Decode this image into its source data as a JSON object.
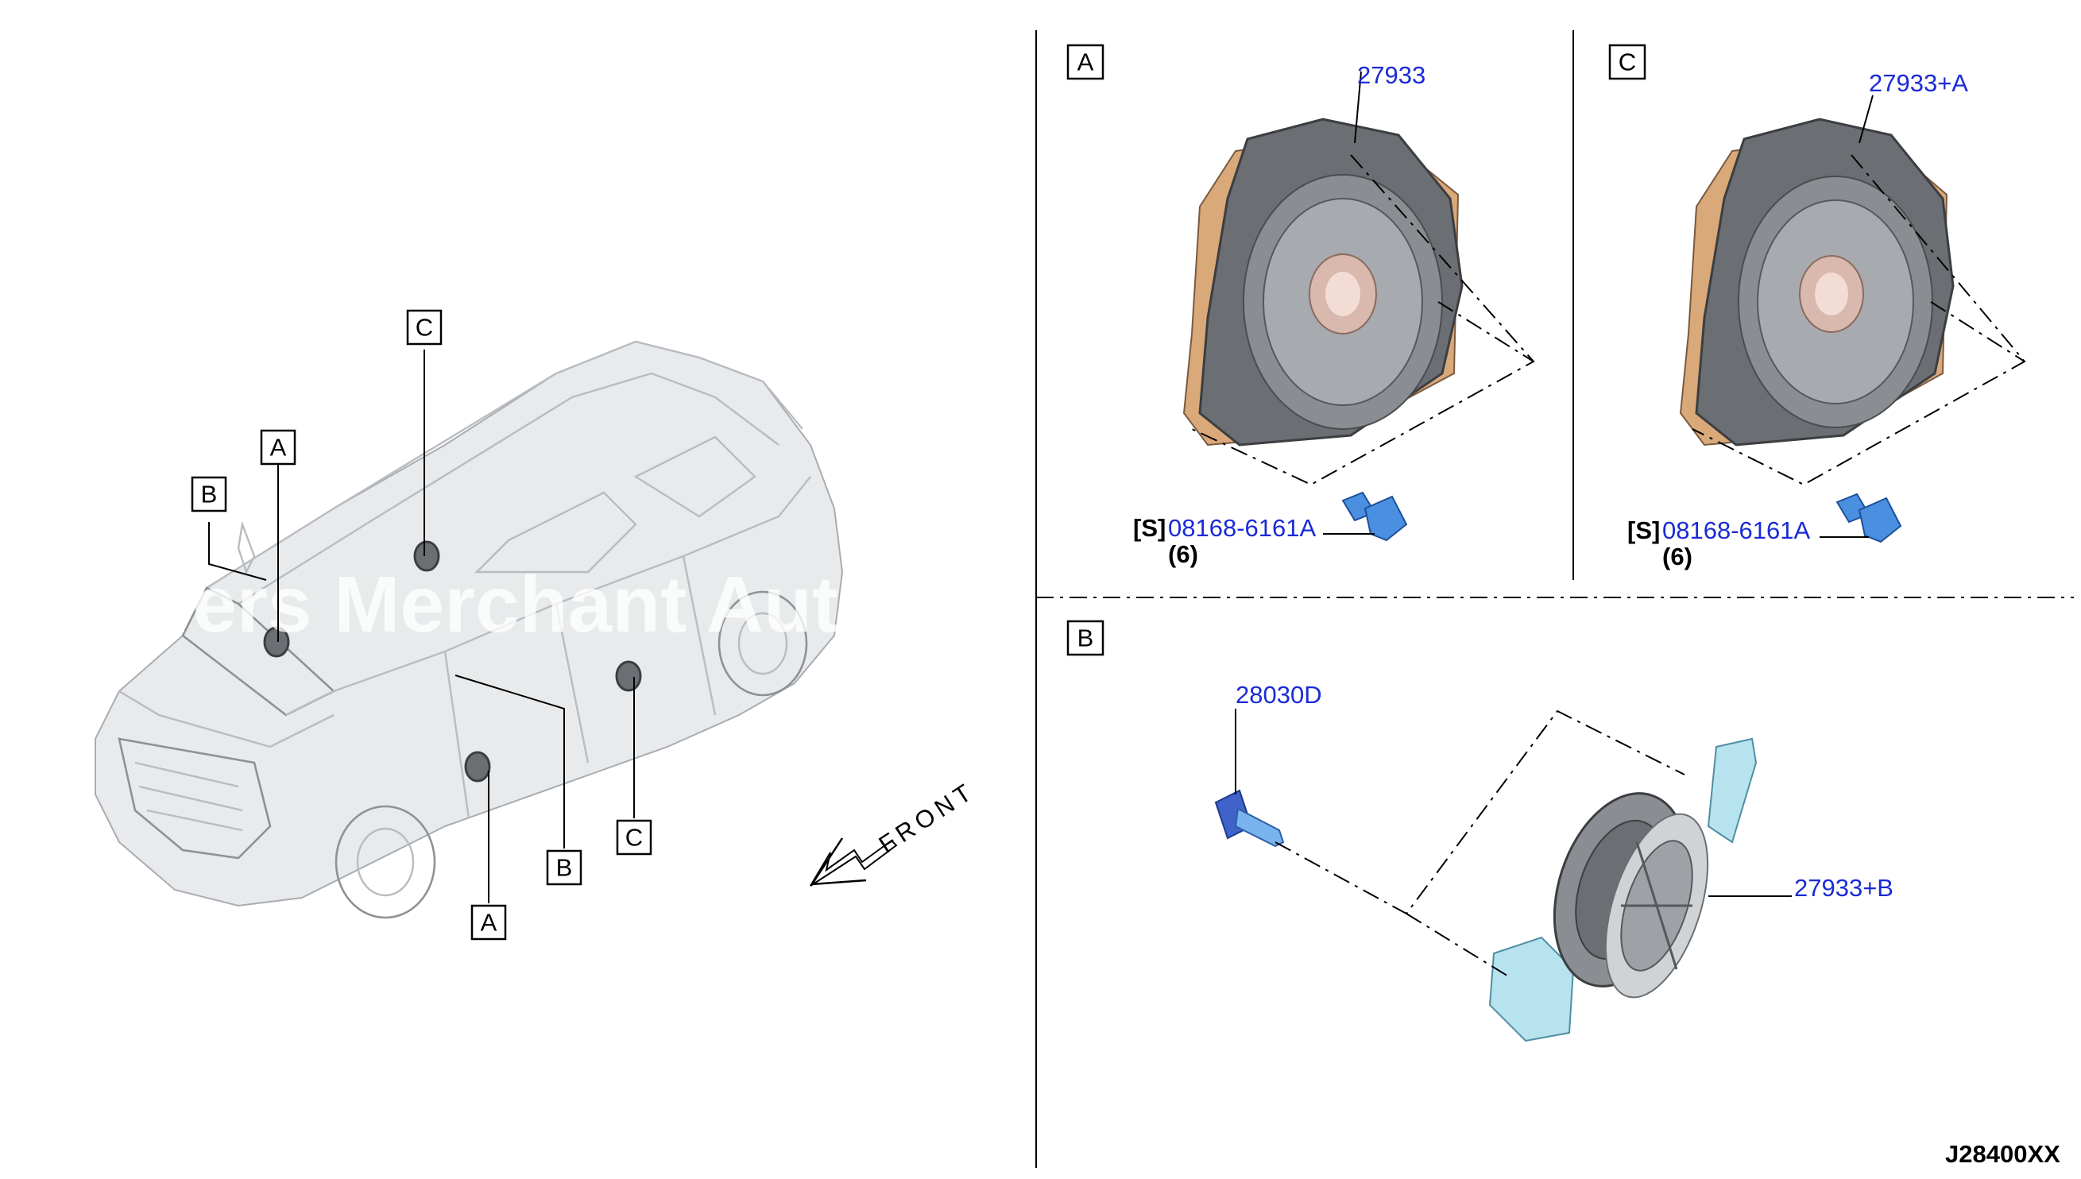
{
  "callouts": {
    "left_A_top": "A",
    "left_B_top": "B",
    "left_C_top": "C",
    "left_A_bottom": "A",
    "left_B_bottom": "B",
    "left_C_bottom": "C"
  },
  "front_label": "FRONT",
  "watermark": "rfers Merchant Aut",
  "panel_A": {
    "letter": "A",
    "speaker_part": "27933",
    "screw_prefix": "[S]",
    "screw_part": "08168-6161A",
    "screw_qty": "(6)"
  },
  "panel_C": {
    "letter": "C",
    "speaker_part": "27933+A",
    "screw_prefix": "[S]",
    "screw_part": "08168-6161A",
    "screw_qty": "(6)"
  },
  "panel_B": {
    "letter": "B",
    "clip_part": "28030D",
    "tweeter_part": "27933+B"
  },
  "diagram_code": "J28400XX",
  "colors": {
    "part_number": "#1a2bd6",
    "bolt": "#4a8fe0",
    "tweeter": "#b7e3ef",
    "speaker_rim": "#d9a97a"
  }
}
